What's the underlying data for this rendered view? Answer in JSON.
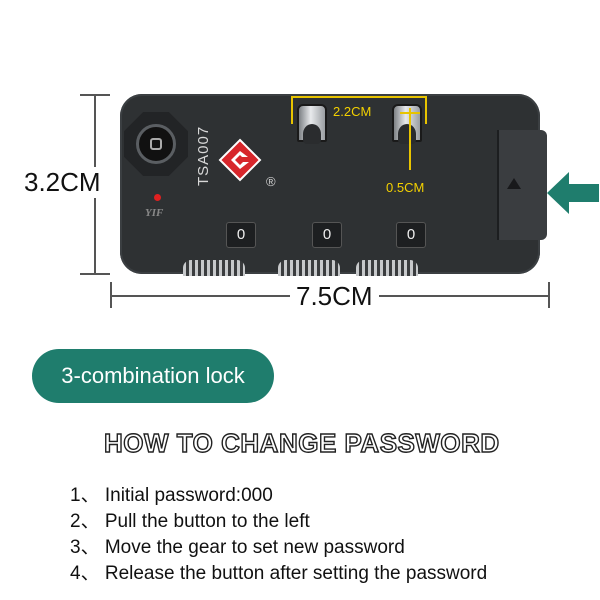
{
  "dimensions": {
    "height_label": "3.2CM",
    "width_label": "7.5CM",
    "shackle_spacing_label": "2.2CM",
    "shackle_width_label": "0.5CM"
  },
  "lock": {
    "model_text": "TSA007",
    "registered_mark": "®",
    "brand_mark": "YIF",
    "dials": [
      "0",
      "0",
      "0"
    ]
  },
  "badge": {
    "label": "3-combination lock",
    "color": "#1f7d6d"
  },
  "instructions": {
    "heading": "HOW TO CHANGE PASSWORD",
    "steps": [
      "1、 Initial password:000",
      "2、 Pull the button to the left",
      "3、 Move the gear to set new password",
      "4、 Release the button after setting the password"
    ]
  },
  "colors": {
    "lock_body": "#2e3133",
    "highlight": "#e8c400",
    "tsa_red": "#d7262b",
    "arrow": "#1f7d6d"
  },
  "icons": [
    "tsa-logo-icon",
    "keyhole-icon",
    "right-arrow-icon"
  ]
}
